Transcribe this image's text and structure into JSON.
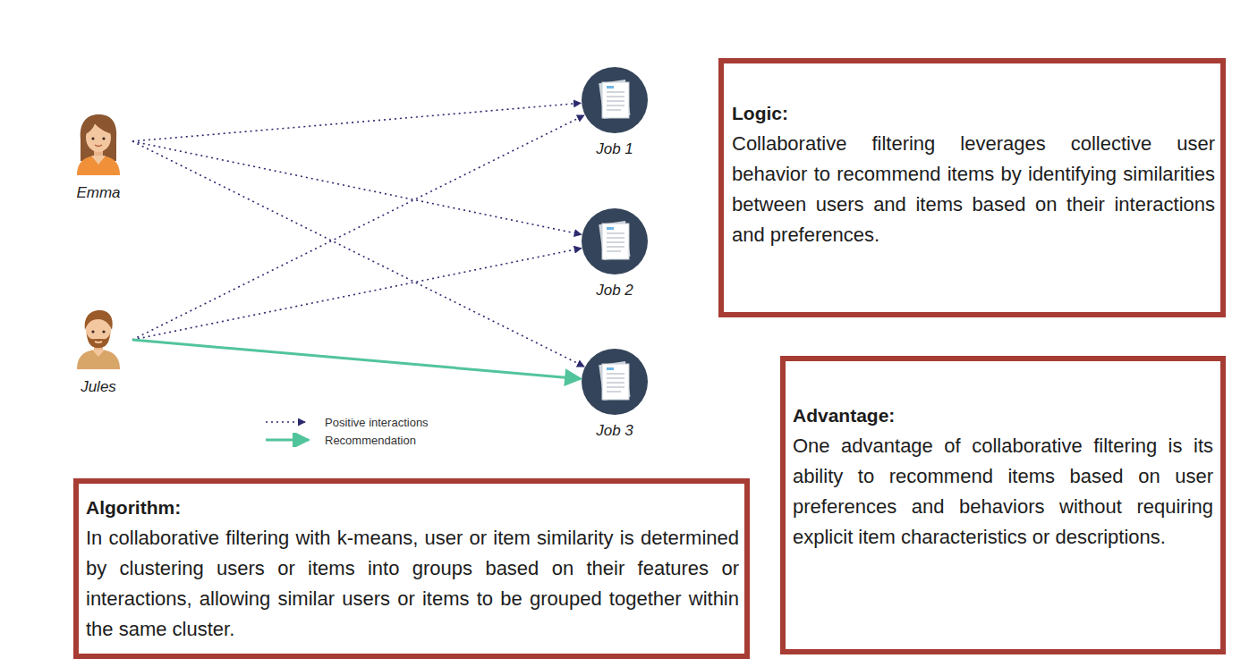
{
  "diagram": {
    "nodes": [
      {
        "text": [
          "Emma"
        ]
      },
      {
        "text": [
          "Jules"
        ]
      },
      {
        "text": [
          "Job 1"
        ]
      },
      {
        "text": [
          "Job 2"
        ]
      },
      {
        "text": [
          "Job 3"
        ]
      },
      {
        "text": [
          "Logic:",
          "Collaborative filtering leverages collective user behavior to recommend items by identifying similarities between users and items based on their interactions and preferences."
        ]
      },
      {
        "text": [
          "Advantage:",
          "One advantage of collaborative filtering is its ability to recommend items based on user preferences and behaviors without requiring explicit item characteristics or descriptions."
        ]
      },
      {
        "text": [
          "Algorithm:",
          "In collaborative filtering with k-means, user or item similarity is determined by clustering users or items into groups based on their features or interactions, allowing similar users or items to be grouped together within the same cluster."
        ]
      }
    ],
    "edges": [
      {
        "from": 0,
        "to": 2,
        "arrow": "to"
      },
      {
        "from": 0,
        "to": 3,
        "arrow": "to"
      },
      {
        "from": 0,
        "to": 4,
        "arrow": "to"
      },
      {
        "from": 1,
        "to": 2,
        "arrow": "to"
      },
      {
        "from": 1,
        "to": 3,
        "arrow": "to"
      },
      {
        "from": 1,
        "to": 4,
        "arrow": "to"
      }
    ],
    "legend": [
      {
        "text": "Positive interactions"
      },
      {
        "text": "Recommendation"
      }
    ]
  }
}
